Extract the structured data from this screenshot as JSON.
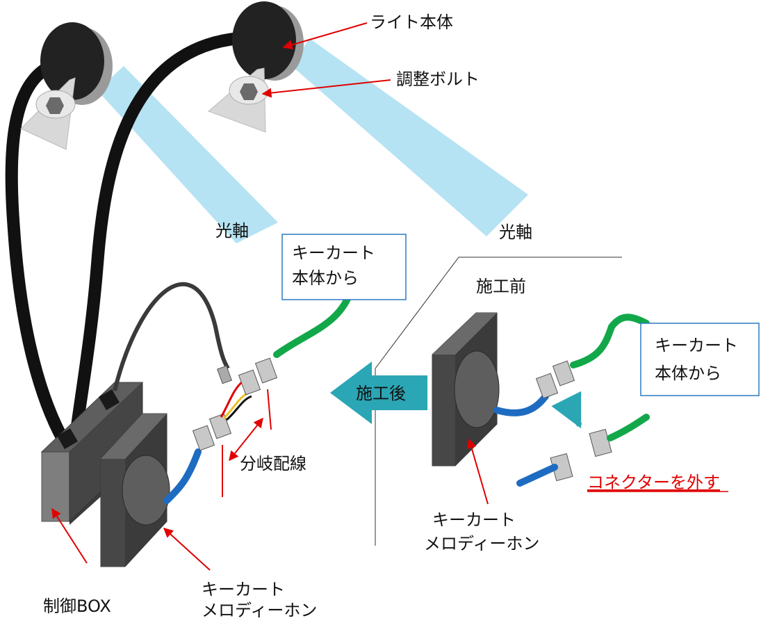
{
  "labels": {
    "light_body": "ライト本体",
    "adjust_bolt": "調整ボルト",
    "optical_axis_1": "光軸",
    "optical_axis_2": "光軸",
    "from_kart_left_1": "キーカート",
    "from_kart_left_2": "本体から",
    "branch_wiring": "分岐配線",
    "control_box": "制御BOX",
    "horn_left_1": "キーカート",
    "horn_left_2": "メロディーホン",
    "before_work": "施工前",
    "after_work": "施工後",
    "from_kart_right_1": "キーカート",
    "from_kart_right_2": "本体から",
    "disconnect_connector": "コネクターを外す",
    "horn_right_1": "キーカート",
    "horn_right_2": "メロディーホン"
  },
  "colors": {
    "light_beam": "#b5e3f3",
    "cable_black": "#111111",
    "cable_gray": "#3a3a3a",
    "wire_green": "#12a84a",
    "wire_blue": "#1e6cc2",
    "arrow_red": "#e00000",
    "arrow_teal": "#2aa6b4",
    "box_gray": "#4a4a4a",
    "callout_border": "#2a7ac2"
  }
}
